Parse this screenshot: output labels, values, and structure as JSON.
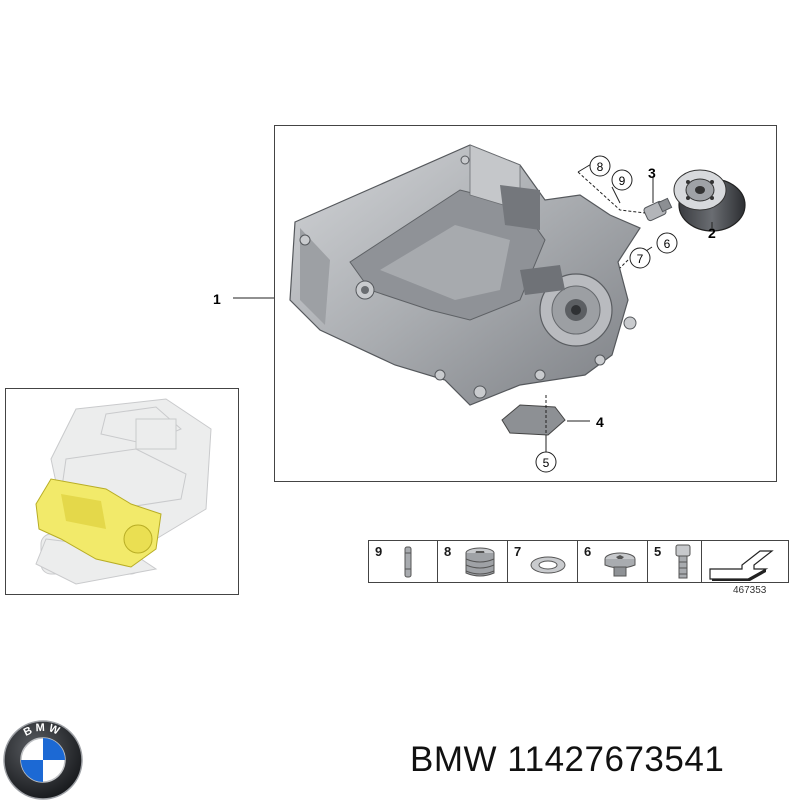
{
  "diagram": {
    "callouts": {
      "c1": "1",
      "c2": "2",
      "c3": "3",
      "c4": "4",
      "c5": "5",
      "c6": "6",
      "c7": "7",
      "c8": "8",
      "c9": "9"
    },
    "parts_strip": [
      {
        "num": "9",
        "icon": "stud-bolt-icon"
      },
      {
        "num": "8",
        "icon": "screw-plug-icon"
      },
      {
        "num": "7",
        "icon": "sealing-ring-icon"
      },
      {
        "num": "6",
        "icon": "drain-plug-icon"
      },
      {
        "num": "5",
        "icon": "hex-bolt-icon"
      },
      {
        "num": "",
        "icon": "arrow-icon"
      }
    ],
    "diagram_code": "467353"
  },
  "footer": {
    "brand_text": "BMW 11427673541",
    "logo_icon": "bmw-logo-icon",
    "logo_letters": "BMW"
  },
  "colors": {
    "frame": "#444444",
    "metal": "#b4b6ba",
    "metal_dark": "#7d8085",
    "highlight": "#f2ea6a",
    "bmw_blue": "#1c69d4"
  }
}
